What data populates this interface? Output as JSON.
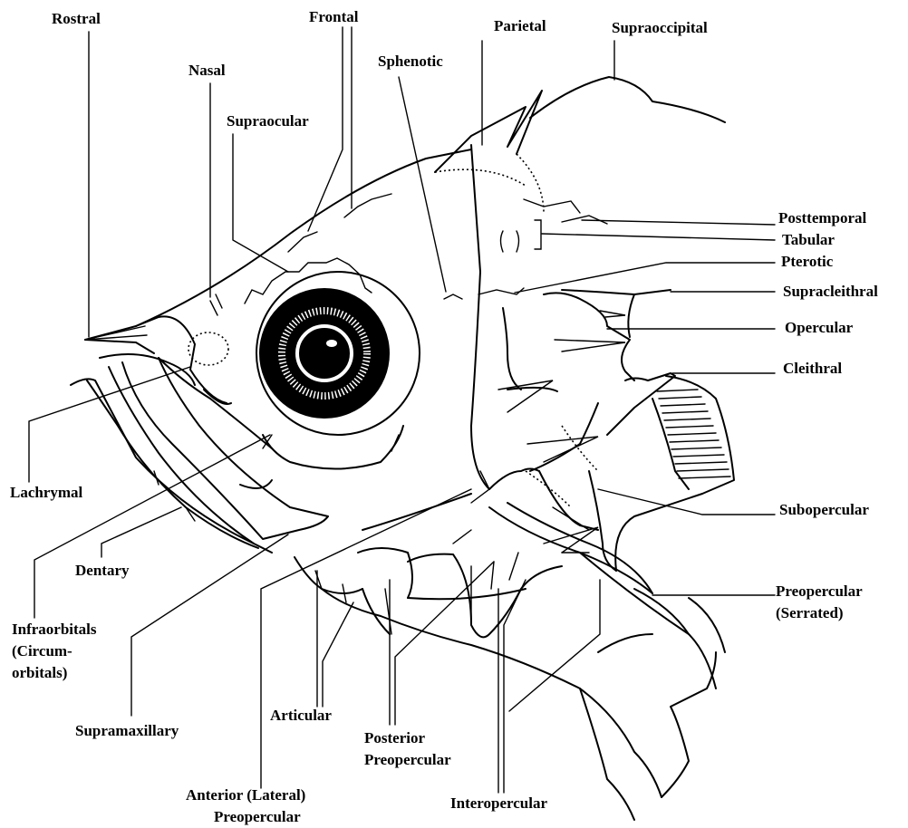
{
  "labels": {
    "rostral": "Rostral",
    "frontal": "Frontal",
    "parietal": "Parietal",
    "supraoccipital": "Supraoccipital",
    "nasal": "Nasal",
    "sphenotic": "Sphenotic",
    "supraocular": "Supraocular",
    "posttemporal": "Posttemporal",
    "tabular": "Tabular",
    "pterotic": "Pterotic",
    "supracleithral": "Supracleithral",
    "opercular": "Opercular",
    "cleithral": "Cleithral",
    "lachrymal": "Lachrymal",
    "dentary": "Dentary",
    "infraorbitals_1": "Infraorbitals",
    "infraorbitals_2": "(Circum-",
    "infraorbitals_3": "orbitals)",
    "subopercular": "Subopercular",
    "preopercular_1": "Preopercular",
    "preopercular_2": "(Serrated)",
    "supramaxillary": "Supramaxillary",
    "articular": "Articular",
    "posterior_preopercular_1": "Posterior",
    "posterior_preopercular_2": "Preopercular",
    "interopercular": "Interopercular",
    "anterior_preopercular_1": "Anterior (Lateral)",
    "anterior_preopercular_2": "Preopercular"
  }
}
